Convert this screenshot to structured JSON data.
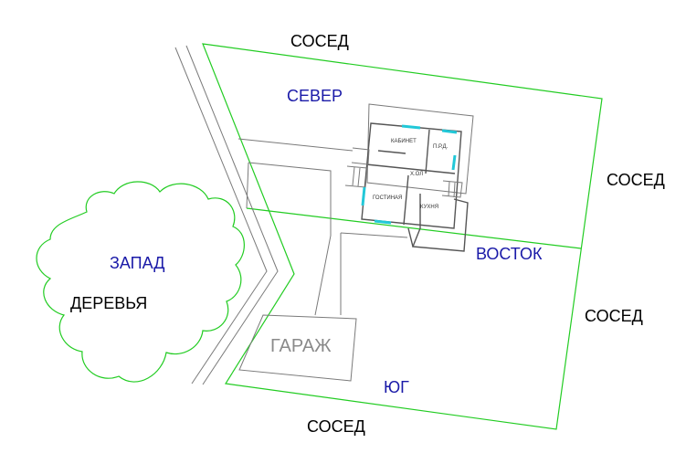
{
  "labels": {
    "neighbor_top": "СОСЕД",
    "neighbor_right_top": "СОСЕД",
    "neighbor_right_bottom": "СОСЕД",
    "neighbor_bottom": "СОСЕД",
    "north": "СЕВЕР",
    "east": "ВОСТОК",
    "west": "ЗАПАД",
    "south": "ЮГ",
    "trees": "ДЕРЕВЬЯ",
    "garage": "ГАРАЖ"
  },
  "rooms": {
    "study": "КАБИНЕТ",
    "pantry": "П.Р.Д.",
    "hall": "Х.ОЛ",
    "living": "ГОСТИНАЯ",
    "kitchen": "КУХНЯ"
  },
  "colors": {
    "boundary": "#22cc22",
    "cardinal_text": "#1a1aa8",
    "neighbor_text": "#000000",
    "garage_text": "#8a8a8a",
    "windows": "#22c8d8",
    "outline": "#7a7a7a"
  }
}
